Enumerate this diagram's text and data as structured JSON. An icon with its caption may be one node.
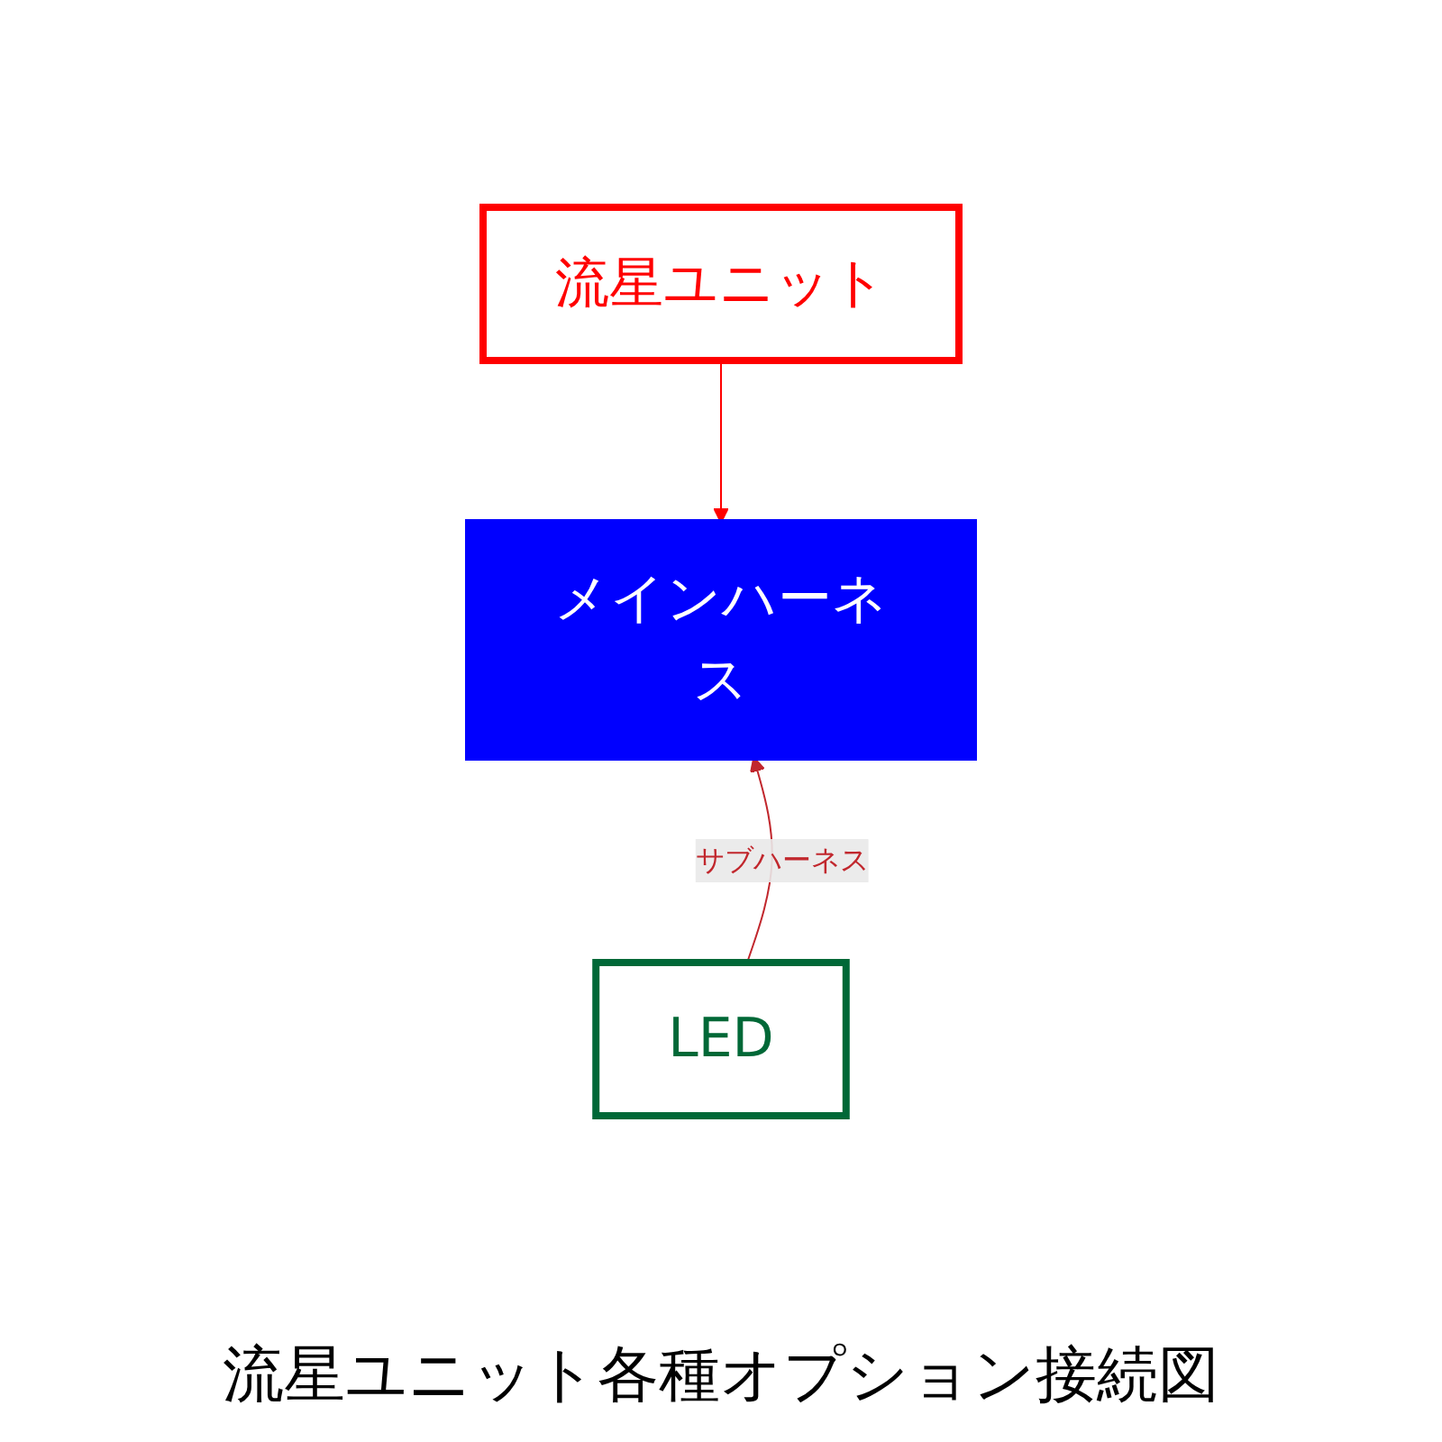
{
  "diagram": {
    "caption": "流星ユニット各種オプション接続図",
    "nodes": [
      {
        "text": [
          "流星ユニット"
        ]
      },
      {
        "text": [
          "メインハーネス"
        ]
      },
      {
        "text": [
          "LED"
        ]
      }
    ],
    "edges": [
      {
        "from": 0,
        "to": 1,
        "arrow": "to",
        "color": "#ff0000"
      },
      {
        "from": 2,
        "to": 1,
        "arrow": "to",
        "label": "サブハーネス",
        "color": "#c1272d"
      }
    ]
  }
}
